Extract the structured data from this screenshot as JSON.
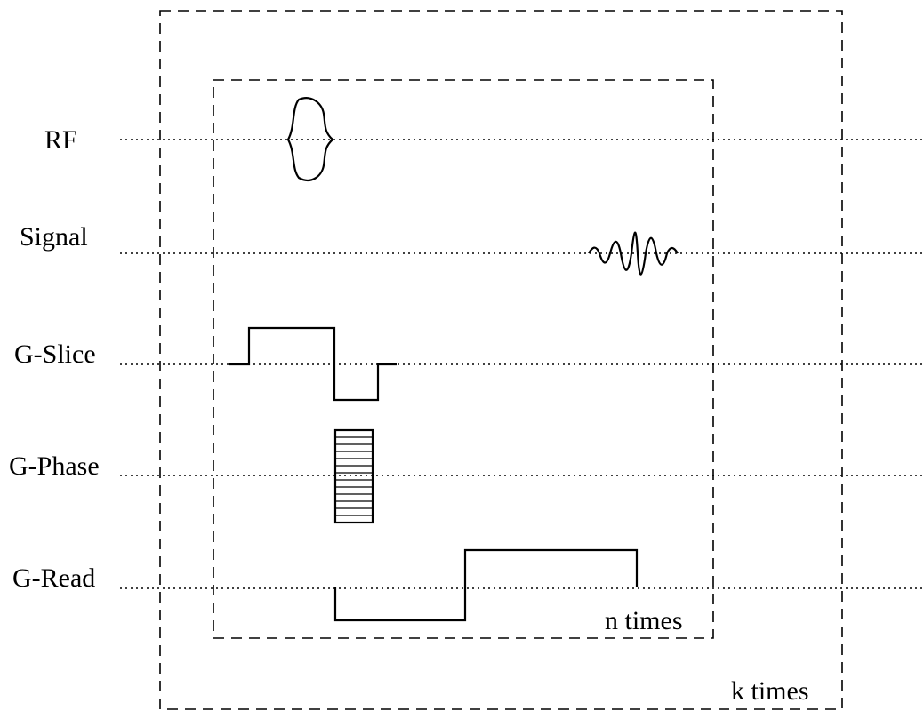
{
  "channels": {
    "rf": {
      "label": "RF"
    },
    "signal": {
      "label": "Signal"
    },
    "slice": {
      "label": "G-Slice"
    },
    "phase": {
      "label": "G-Phase"
    },
    "read": {
      "label": "G-Read"
    }
  },
  "inner_loop": {
    "label": "n times"
  },
  "outer_loop": {
    "label": "k times"
  }
}
